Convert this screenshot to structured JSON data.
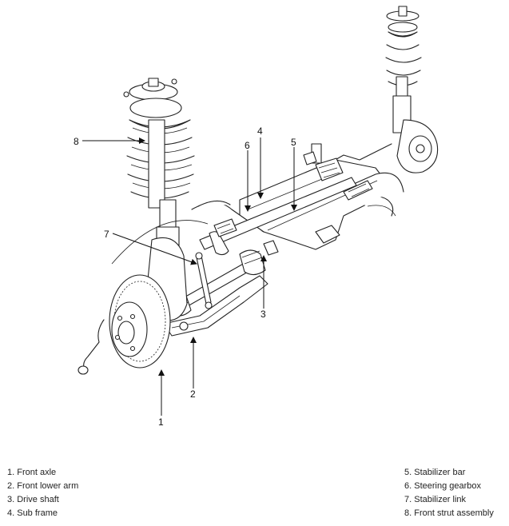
{
  "callouts": {
    "c1": "1",
    "c2": "2",
    "c3": "3",
    "c4": "4",
    "c5": "5",
    "c6": "6",
    "c7": "7",
    "c8": "8"
  },
  "legend_left": [
    "1. Front axle",
    "2. Front lower arm",
    "3. Drive shaft",
    "4. Sub frame"
  ],
  "legend_right": [
    "5. Stabilizer bar",
    "6. Steering gearbox",
    "7. Stabilizer link",
    "8. Front strut assembly"
  ]
}
